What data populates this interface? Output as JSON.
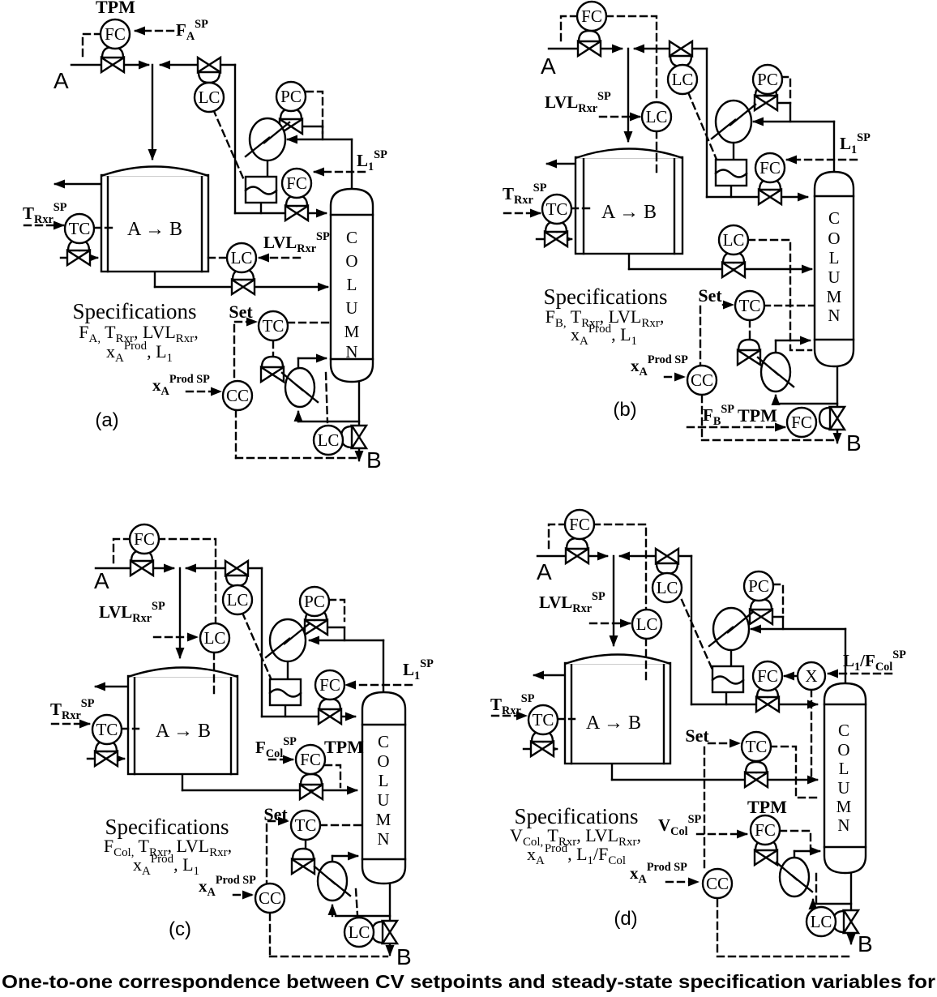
{
  "caption": "One-to-one correspondence between CV setpoints and steady-state specification variables for",
  "shared": {
    "feed_label": "A",
    "product_label": "B",
    "reaction": "A → B",
    "column_letters": "COLUMN",
    "specs_title": "Specifications",
    "set_label": "Set",
    "tpm_label": "TPM",
    "controllers": {
      "fc": "FC",
      "lc": "LC",
      "pc": "PC",
      "tc": "TC",
      "cc": "CC",
      "x": "X"
    },
    "labels": {
      "trxr_sp": [
        {
          "t": "T"
        },
        {
          "s": "Rxr"
        },
        {
          "p": "SP"
        }
      ],
      "lvlrxr_sp": [
        {
          "t": "LVL"
        },
        {
          "s": "Rxr"
        },
        {
          "p": "SP"
        }
      ],
      "l1_sp": [
        {
          "t": "L"
        },
        {
          "s": "1"
        },
        {
          "p": "SP"
        }
      ],
      "xaprod_sp": [
        {
          "t": "x"
        },
        {
          "s": "A"
        },
        {
          "p": "Prod SP"
        }
      ]
    }
  },
  "diagrams": {
    "a": {
      "tag": "(a)",
      "fa_sp": [
        {
          "t": "F"
        },
        {
          "s": "A"
        },
        {
          "p": "SP"
        }
      ],
      "specs1": [
        {
          "t": "F"
        },
        {
          "s": "A,"
        },
        {
          "t": " T"
        },
        {
          "s": "Rxr"
        },
        {
          "t": ", LVL"
        },
        {
          "s": "Rxr"
        },
        {
          "t": ","
        }
      ],
      "specs2": [
        {
          "t": "x"
        },
        {
          "s": "A"
        },
        {
          "p": "Prod"
        },
        {
          "t": ", L"
        },
        {
          "s": "1"
        }
      ]
    },
    "b": {
      "tag": "(b)",
      "fb_sp": [
        {
          "t": "F"
        },
        {
          "s": "B"
        },
        {
          "p": "SP"
        }
      ],
      "specs1": [
        {
          "t": "F"
        },
        {
          "s": "B,"
        },
        {
          "t": " T"
        },
        {
          "s": "Rxr"
        },
        {
          "t": ", LVL"
        },
        {
          "s": "Rxr"
        },
        {
          "t": ","
        }
      ],
      "specs2": [
        {
          "t": "x"
        },
        {
          "s": "A"
        },
        {
          "p": "Prod"
        },
        {
          "t": ", L"
        },
        {
          "s": "1"
        }
      ]
    },
    "c": {
      "tag": "(c)",
      "fcol_sp": [
        {
          "t": "F"
        },
        {
          "s": "Col"
        },
        {
          "p": "SP"
        }
      ],
      "specs1": [
        {
          "t": "F"
        },
        {
          "s": "Col,"
        },
        {
          "t": " T"
        },
        {
          "s": "Rxr"
        },
        {
          "t": ", LVL"
        },
        {
          "s": "Rxr"
        },
        {
          "t": ","
        }
      ],
      "specs2": [
        {
          "t": "x"
        },
        {
          "s": "A"
        },
        {
          "p": "Prod"
        },
        {
          "t": ", L"
        },
        {
          "s": "1"
        }
      ]
    },
    "d": {
      "tag": "(d)",
      "vcol_sp": [
        {
          "t": "V"
        },
        {
          "s": "Col"
        },
        {
          "p": "SP"
        }
      ],
      "l1fcol_sp": [
        {
          "t": "L"
        },
        {
          "s": "1"
        },
        {
          "t": "/F"
        },
        {
          "s": "Col"
        },
        {
          "p": "SP"
        }
      ],
      "specs1": [
        {
          "t": "V"
        },
        {
          "s": "Col,"
        },
        {
          "t": " T"
        },
        {
          "s": "Rxr"
        },
        {
          "t": ", LVL"
        },
        {
          "s": "Rxr"
        },
        {
          "t": ","
        }
      ],
      "specs2": [
        {
          "t": "x"
        },
        {
          "s": "A"
        },
        {
          "p": "Prod"
        },
        {
          "t": ", L"
        },
        {
          "s": "1"
        },
        {
          "t": "/F"
        },
        {
          "s": "Col"
        }
      ]
    }
  }
}
